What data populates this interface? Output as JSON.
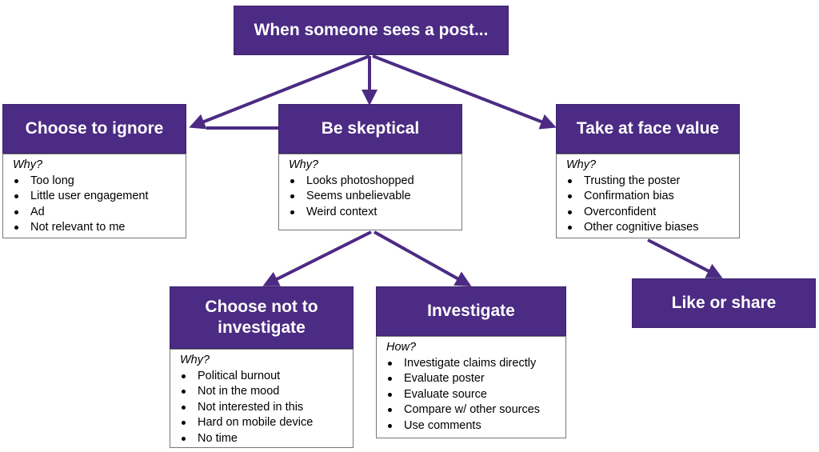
{
  "colors": {
    "accent": "#4b2b83",
    "header_text": "#ffffff"
  },
  "root": {
    "title": "When someone sees a post..."
  },
  "ignore": {
    "title": "Choose to ignore",
    "lead": "Why?",
    "items": [
      "Too long",
      "Little user engagement",
      "Ad",
      "Not relevant to me"
    ]
  },
  "skeptical": {
    "title": "Be skeptical",
    "lead": "Why?",
    "items": [
      "Looks photoshopped",
      "Seems unbelievable",
      "Weird context"
    ]
  },
  "face_value": {
    "title": "Take at face value",
    "lead": "Why?",
    "items": [
      "Trusting the poster",
      "Confirmation bias",
      "Overconfident",
      "Other cognitive biases"
    ]
  },
  "not_investigate": {
    "title_line1": "Choose not to",
    "title_line2": "investigate",
    "lead": "Why?",
    "items": [
      "Political burnout",
      "Not in the mood",
      "Not interested in this",
      "Hard on mobile device",
      "No time"
    ]
  },
  "investigate": {
    "title": "Investigate",
    "lead": "How?",
    "items": [
      "Investigate claims directly",
      "Evaluate poster",
      "Evaluate source",
      "Compare w/ other sources",
      "Use comments"
    ]
  },
  "share": {
    "title": "Like or share"
  }
}
